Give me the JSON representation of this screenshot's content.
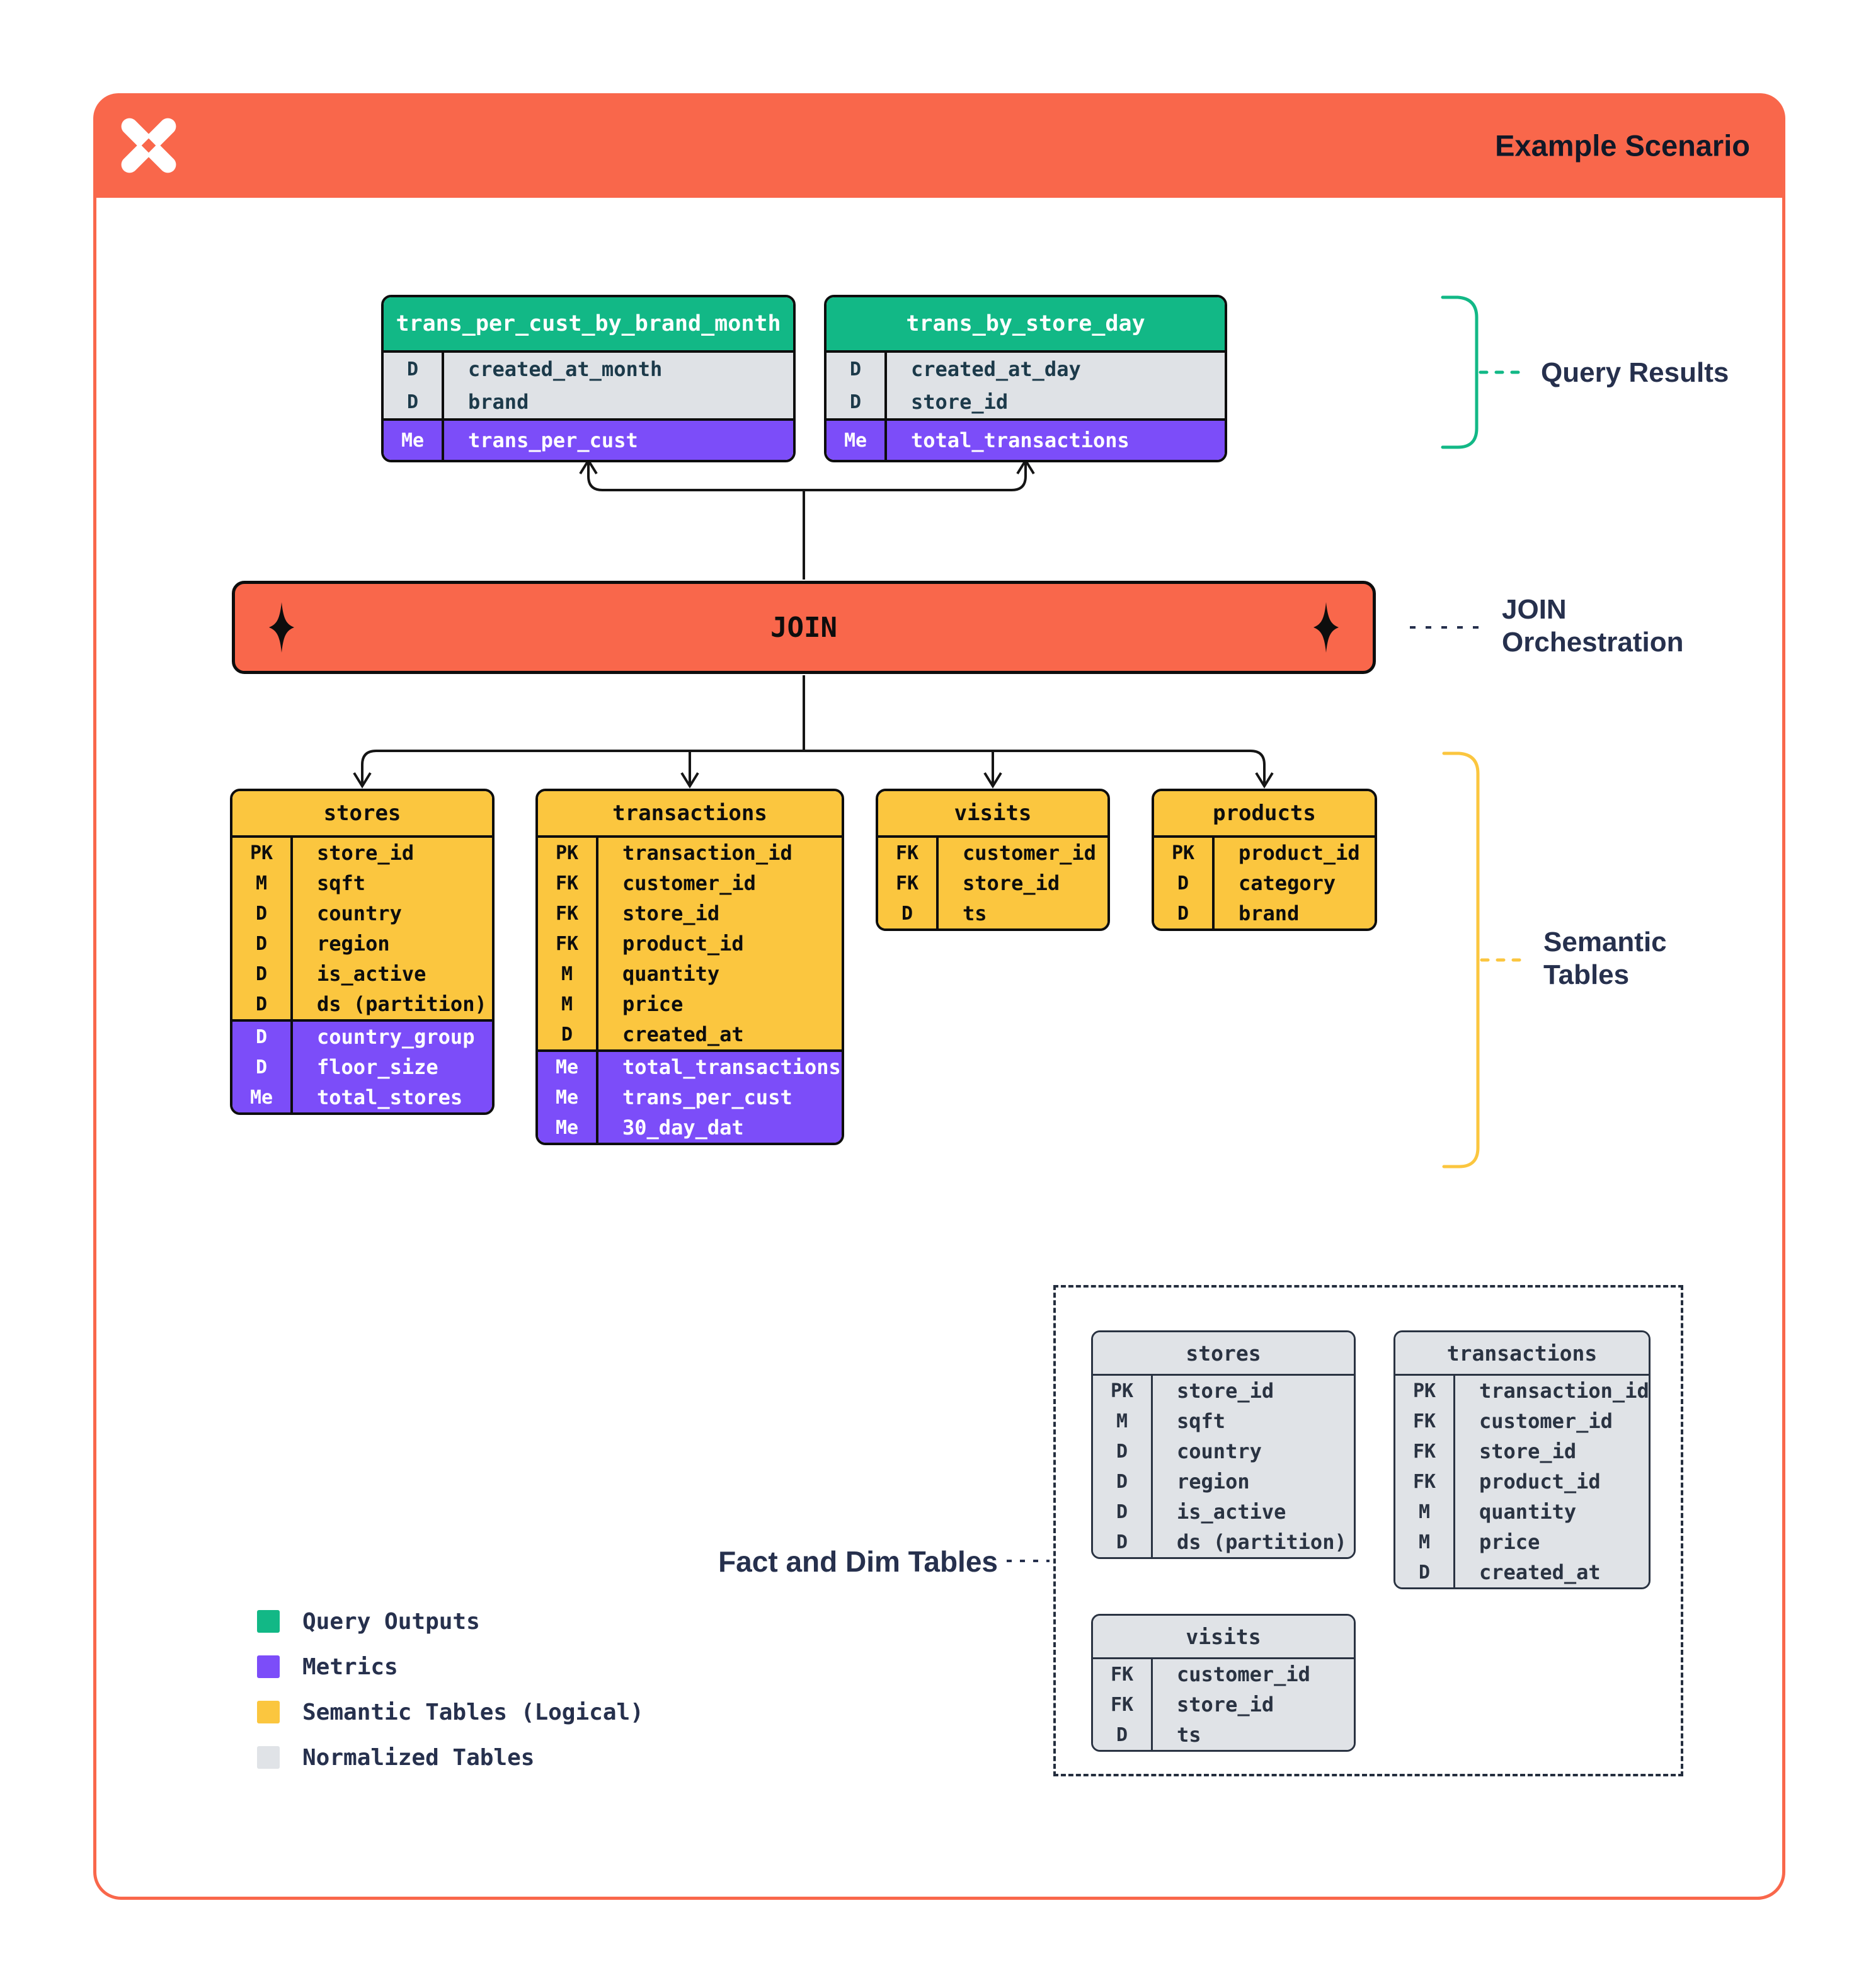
{
  "header": {
    "title": "Example Scenario",
    "logo_icon": "pinwheel-x-logo"
  },
  "join": {
    "label": "JOIN"
  },
  "annotations": {
    "query_results": "Query Results",
    "join_orchestration_line1": "JOIN",
    "join_orchestration_line2": "Orchestration",
    "semantic_tables_line1": "Semantic",
    "semantic_tables_line2": "Tables",
    "fact_and_dim": "Fact and Dim Tables"
  },
  "query_tables": [
    {
      "name": "trans_per_cust_by_brand_month",
      "rows": [
        [
          "D",
          "created_at_month"
        ],
        [
          "D",
          "brand"
        ]
      ],
      "metrics": [
        [
          "Me",
          "trans_per_cust"
        ]
      ]
    },
    {
      "name": "trans_by_store_day",
      "rows": [
        [
          "D",
          "created_at_day"
        ],
        [
          "D",
          "store_id"
        ]
      ],
      "metrics": [
        [
          "Me",
          "total_transactions"
        ]
      ]
    }
  ],
  "semantic_tables": [
    {
      "name": "stores",
      "rows": [
        [
          "PK",
          "store_id"
        ],
        [
          "M",
          "sqft"
        ],
        [
          "D",
          "country"
        ],
        [
          "D",
          "region"
        ],
        [
          "D",
          "is_active"
        ],
        [
          "D",
          "ds (partition)"
        ]
      ],
      "metrics": [
        [
          "D",
          "country_group"
        ],
        [
          "D",
          "floor_size"
        ],
        [
          "Me",
          "total_stores"
        ]
      ]
    },
    {
      "name": "transactions",
      "rows": [
        [
          "PK",
          "transaction_id"
        ],
        [
          "FK",
          "customer_id"
        ],
        [
          "FK",
          "store_id"
        ],
        [
          "FK",
          "product_id"
        ],
        [
          "M",
          "quantity"
        ],
        [
          "M",
          "price"
        ],
        [
          "D",
          "created_at"
        ]
      ],
      "metrics": [
        [
          "Me",
          "total_transactions"
        ],
        [
          "Me",
          "trans_per_cust"
        ],
        [
          "Me",
          "30_day_dat"
        ]
      ]
    },
    {
      "name": "visits",
      "rows": [
        [
          "FK",
          "customer_id"
        ],
        [
          "FK",
          "store_id"
        ],
        [
          "D",
          "ts"
        ]
      ],
      "metrics": []
    },
    {
      "name": "products",
      "rows": [
        [
          "PK",
          "product_id"
        ],
        [
          "D",
          "category"
        ],
        [
          "D",
          "brand"
        ]
      ],
      "metrics": []
    }
  ],
  "normalized_tables": [
    {
      "name": "stores",
      "rows": [
        [
          "PK",
          "store_id"
        ],
        [
          "M",
          "sqft"
        ],
        [
          "D",
          "country"
        ],
        [
          "D",
          "region"
        ],
        [
          "D",
          "is_active"
        ],
        [
          "D",
          "ds (partition)"
        ]
      ],
      "metrics": []
    },
    {
      "name": "transactions",
      "rows": [
        [
          "PK",
          "transaction_id"
        ],
        [
          "FK",
          "customer_id"
        ],
        [
          "FK",
          "store_id"
        ],
        [
          "FK",
          "product_id"
        ],
        [
          "M",
          "quantity"
        ],
        [
          "M",
          "price"
        ],
        [
          "D",
          "created_at"
        ]
      ],
      "metrics": []
    },
    {
      "name": "visits",
      "rows": [
        [
          "FK",
          "customer_id"
        ],
        [
          "FK",
          "store_id"
        ],
        [
          "D",
          "ts"
        ]
      ],
      "metrics": []
    }
  ],
  "legend": [
    {
      "color": "#12B886",
      "label": "Query Outputs"
    },
    {
      "color": "#7C4DF9",
      "label": "Metrics"
    },
    {
      "color": "#FBC63F",
      "label": "Semantic Tables (Logical)"
    },
    {
      "color": "#E0E3E7",
      "label": "Normalized Tables"
    }
  ],
  "colors": {
    "orange": "#F9674B",
    "green": "#12B886",
    "purple": "#7C4DF9",
    "yellow": "#FBC63F",
    "gray": "#E0E3E7",
    "ink": "#0d0d0d",
    "navy": "#26304D"
  }
}
